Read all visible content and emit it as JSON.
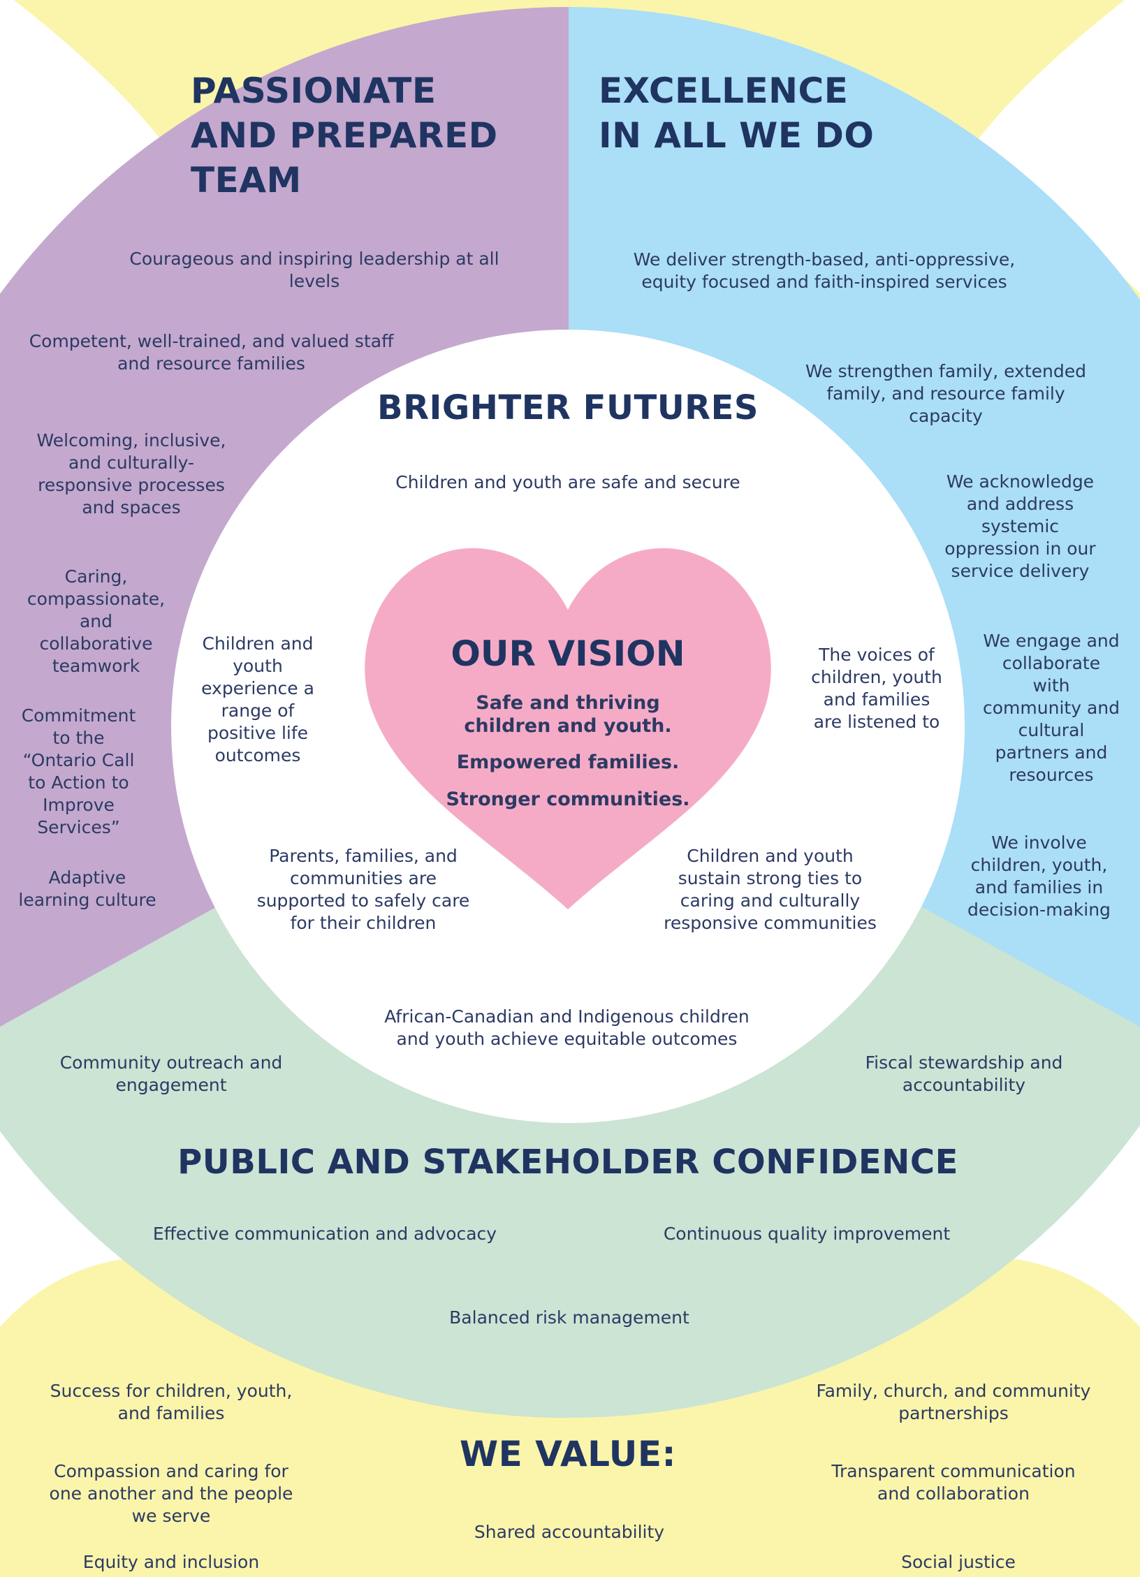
{
  "colors": {
    "yellow": "#faf5ab",
    "purple": "#c4a8ce",
    "blue": "#abdef7",
    "green": "#cbe4d4",
    "heart": "#f5abc6",
    "heading": "#1f3461",
    "text": "#2c3a63"
  },
  "team": {
    "title_lines": [
      "PASSIONATE",
      "AND PREPARED",
      "TEAM"
    ],
    "items": [
      "Courageous and inspiring leadership at all levels",
      "Competent, well-trained, and valued staff and resource families",
      "Welcoming, inclusive, and culturally-responsive processes and spaces",
      "Caring, compassionate, and collaborative teamwork",
      "Commitment to the “Ontario Call to Action to Improve Services”",
      "Adaptive learning culture"
    ]
  },
  "excellence": {
    "title_lines": [
      "EXCELLENCE",
      "IN ALL WE DO"
    ],
    "items": [
      "We deliver strength-based, anti-oppressive, equity focused and faith-inspired services",
      "We strengthen family, extended family, and resource family capacity",
      "We acknowledge and address systemic oppression in our service delivery",
      "We engage and collaborate with community and cultural partners and resources",
      "We involve children, youth, and families in decision-making"
    ]
  },
  "brighter_futures": {
    "title": "BRIGHTER FUTURES",
    "items": [
      "Children and youth are safe and secure",
      "Children and youth experience a range of positive life outcomes",
      "The voices of children, youth and families are listened to",
      "Parents, families, and communities are supported to safely care for their children",
      "Children and youth sustain strong ties to caring and culturally responsive communities",
      "African-Canadian and Indigenous children and youth achieve equitable outcomes"
    ]
  },
  "vision": {
    "title": "OUR VISION",
    "lines": [
      "Safe and thriving children and youth.",
      "Empowered families.",
      "Stronger communities."
    ]
  },
  "confidence": {
    "title": "PUBLIC AND STAKEHOLDER CONFIDENCE",
    "items": [
      "Community outreach and engagement",
      "Fiscal stewardship and accountability",
      "Effective communication and advocacy",
      "Continuous quality improvement",
      "Balanced risk management"
    ]
  },
  "values": {
    "title": "WE VALUE:",
    "items": [
      "Success for children, youth, and families",
      "Family, church, and community partnerships",
      "Compassion and caring for one another and the people we serve",
      "Transparent communication and collaboration",
      "Shared accountability",
      "Equity and inclusion",
      "Social justice"
    ]
  }
}
